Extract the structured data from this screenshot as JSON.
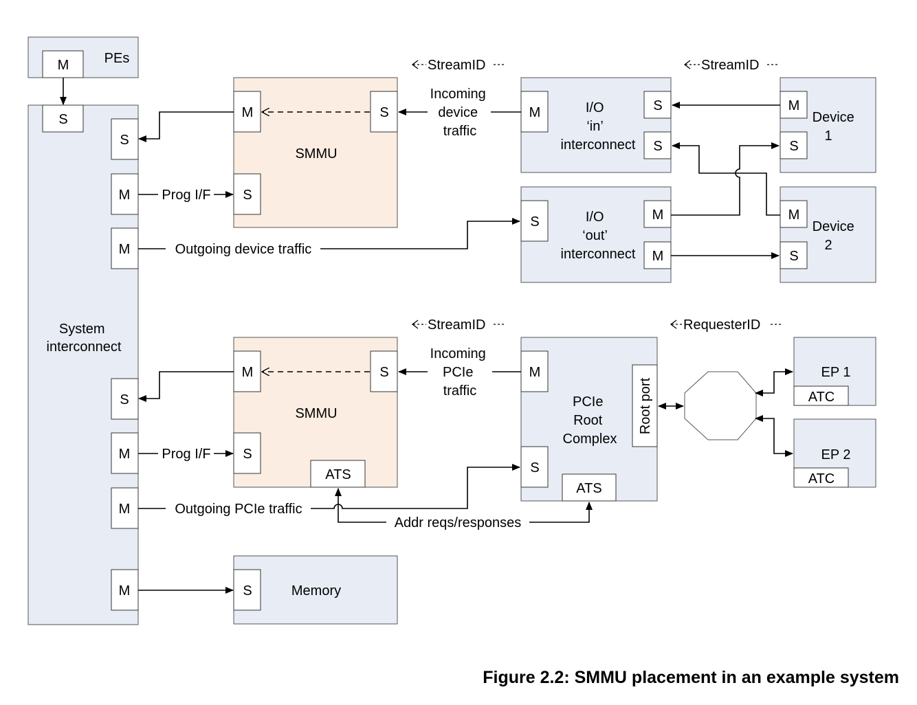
{
  "caption": "Figure 2.2: SMMU placement in an example system",
  "ports": {
    "m": "M",
    "s": "S"
  },
  "blocks": {
    "pes": "PEs",
    "system_interconnect": [
      "System",
      "interconnect"
    ],
    "smmu_top": "SMMU",
    "smmu_bottom": "SMMU",
    "io_in": [
      "I/O",
      "‘in’",
      "interconnect"
    ],
    "io_out": [
      "I/O",
      "‘out’",
      "interconnect"
    ],
    "device1": [
      "Device",
      "1"
    ],
    "device2": [
      "Device",
      "2"
    ],
    "pcie_root_complex": [
      "PCIe",
      "Root",
      "Complex"
    ],
    "root_port": "Root port",
    "ep1": "EP 1",
    "ep2": "EP 2",
    "ats": "ATS",
    "atc": "ATC",
    "memory": "Memory"
  },
  "labels": {
    "streamid": "StreamID",
    "requesterid": "RequesterID",
    "incoming_device_traffic": [
      "Incoming",
      "device",
      "traffic"
    ],
    "incoming_pcie_traffic": [
      "Incoming",
      "PCIe",
      "traffic"
    ],
    "prog_if": "Prog I/F",
    "outgoing_device_traffic": "Outgoing device traffic",
    "outgoing_pcie_traffic": "Outgoing PCIe traffic",
    "addr_reqs": "Addr reqs/responses"
  },
  "colors": {
    "block_fill": "#e8ecf5",
    "smmu_fill": "#fbede1"
  }
}
